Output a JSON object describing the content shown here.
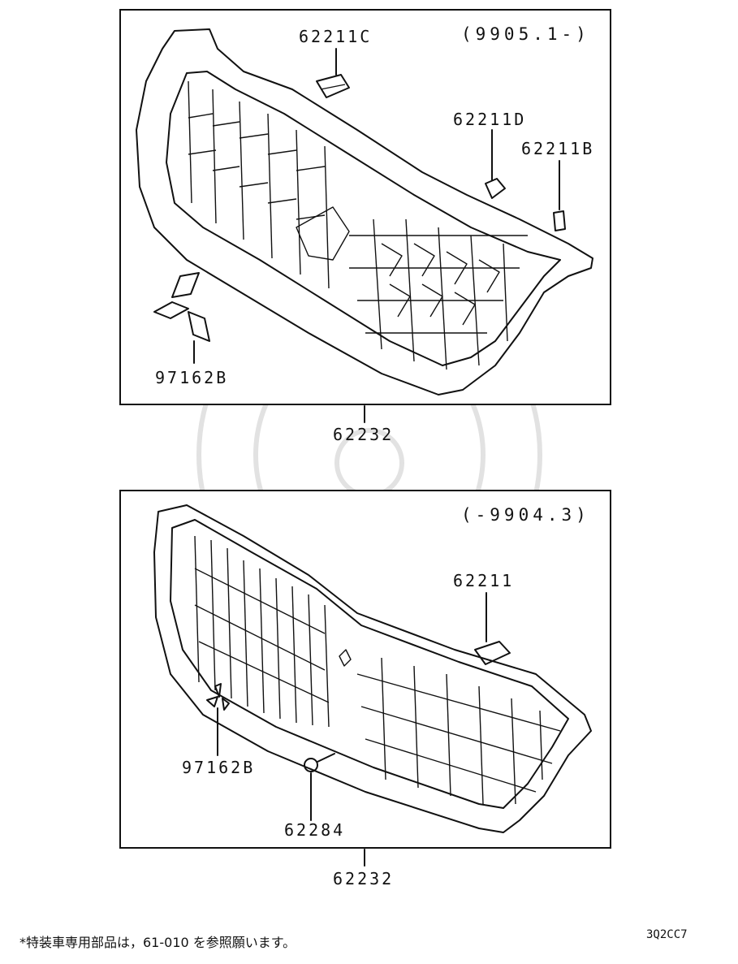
{
  "top_panel": {
    "range": "(9905.1-)",
    "callouts": {
      "clip_c": "62211C",
      "fastener_d": "62211D",
      "fastener_b": "62211B",
      "emblem": "97162B"
    },
    "assembly": "62232"
  },
  "bottom_panel": {
    "range": "(-9904.3)",
    "callouts": {
      "clip": "62211",
      "emblem": "97162B",
      "screw": "62284"
    },
    "assembly": "62232"
  },
  "footer": {
    "note": "*特装車専用部品は，61-010 を参照願います。",
    "code": "3Q2CC7"
  }
}
